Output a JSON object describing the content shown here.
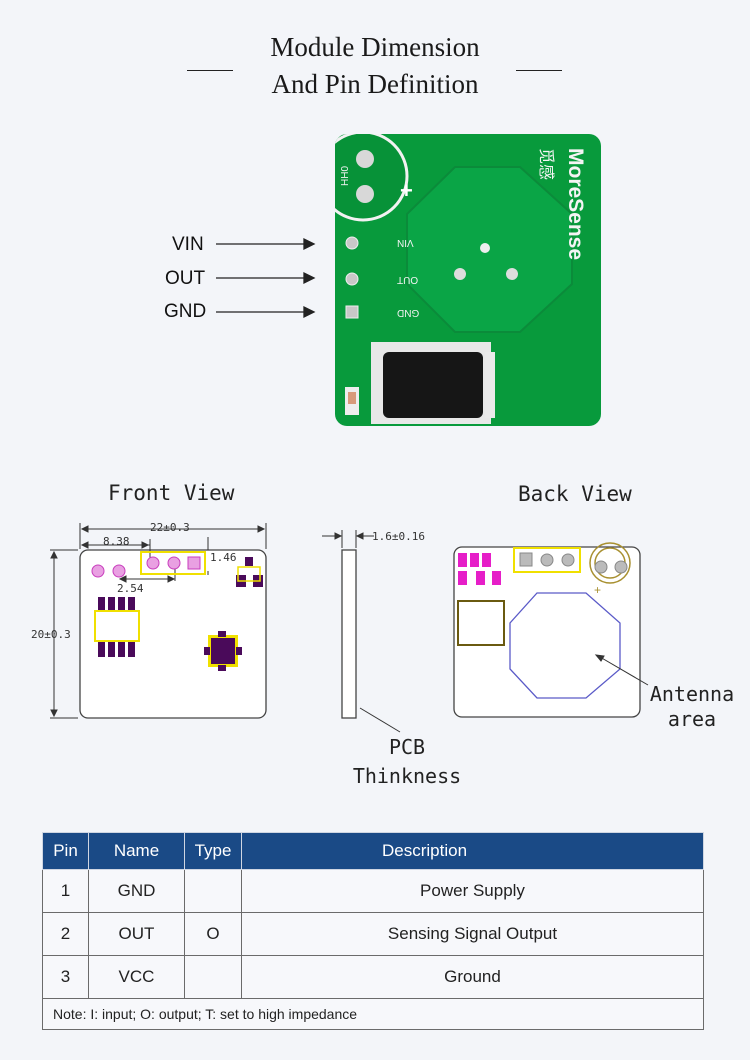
{
  "header": {
    "title_line1": "Module Dimension",
    "title_line2": "And Pin Definition"
  },
  "module_photo": {
    "pins": [
      "VIN",
      "OUT",
      "GND"
    ],
    "silk_pins": [
      "VIN",
      "OUT",
      "GND"
    ],
    "brand": "MoreSense",
    "brand_cn": "觅感",
    "lens_text": "0HH",
    "plus_mark": "+"
  },
  "front_view": {
    "title": "Front View",
    "dim_width": "22±0.3",
    "dim_left": "8.38",
    "dim_pitch": "2.54",
    "dim_pin": "1.46",
    "dim_height": "20±0.3"
  },
  "side_view": {
    "dim_thickness": "1.6±0.16",
    "label_line1": "PCB",
    "label_line2": "Thinkness"
  },
  "back_view": {
    "title": "Back View",
    "plus_mark": "+",
    "antenna_line1": "Antenna",
    "antenna_line2": "area"
  },
  "pin_table": {
    "headers": [
      "Pin",
      "Name",
      "Type",
      "Description"
    ],
    "rows": [
      {
        "pin": "1",
        "name": "GND",
        "type": "",
        "desc": "Power Supply"
      },
      {
        "pin": "2",
        "name": "OUT",
        "type": "O",
        "desc": "Sensing Signal Output"
      },
      {
        "pin": "3",
        "name": "VCC",
        "type": "",
        "desc": "Ground"
      }
    ],
    "note": "Note:   I: input;   O: output;  T: set to high impedance"
  },
  "colors": {
    "pcb_green": "#089a3c",
    "table_header": "#1a4a86",
    "pad_magenta": "#e61ec8",
    "outline_yellow": "#f0e000",
    "antenna_blue": "#5a5ac8",
    "dark_pad": "#4a0a5a"
  }
}
